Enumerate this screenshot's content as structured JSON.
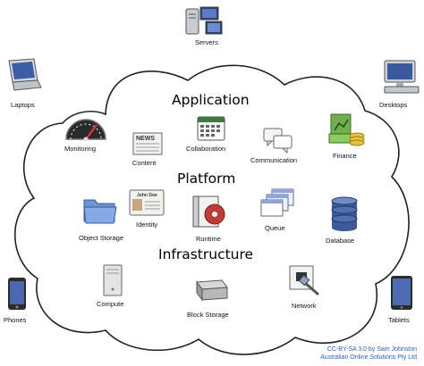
{
  "layers": {
    "application": "Application",
    "platform": "Platform",
    "infrastructure": "Infrastructure"
  },
  "devices": {
    "servers": "Servers",
    "laptops": "Laptops",
    "desktops": "Desktops",
    "phones": "Phones",
    "tablets": "Tablets"
  },
  "application_items": {
    "monitoring": "Monitoring",
    "content": "Content",
    "collaboration": "Collaboration",
    "communication": "Communication",
    "finance": "Finance"
  },
  "platform_items": {
    "object_storage": "Object Storage",
    "identity": "Identity",
    "runtime": "Runtime",
    "queue": "Queue",
    "database": "Database"
  },
  "infrastructure_items": {
    "compute": "Compute",
    "block_storage": "Block Storage",
    "network": "Network"
  },
  "icon_text": {
    "newspaper": "NEWS",
    "id_card_name": "John Doe"
  },
  "credit": {
    "line1": "CC-BY-SA 3.0 by Sam Johnston",
    "line2": "Australian Online Solutions Pty Ltd"
  },
  "icons": [
    "servers-icon",
    "laptop-icon",
    "desktop-icon",
    "phone-icon",
    "tablet-icon",
    "gauge-icon",
    "newspaper-icon",
    "calendar-icon",
    "speech-bubbles-icon",
    "money-icon",
    "folder-icon",
    "id-card-icon",
    "runtime-box-icon",
    "queue-windows-icon",
    "database-icon",
    "server-tower-icon",
    "hard-drive-icon",
    "network-jack-icon"
  ],
  "colors": {
    "cloud_stroke": "#222222",
    "credit_text": "#2a5fb0"
  }
}
